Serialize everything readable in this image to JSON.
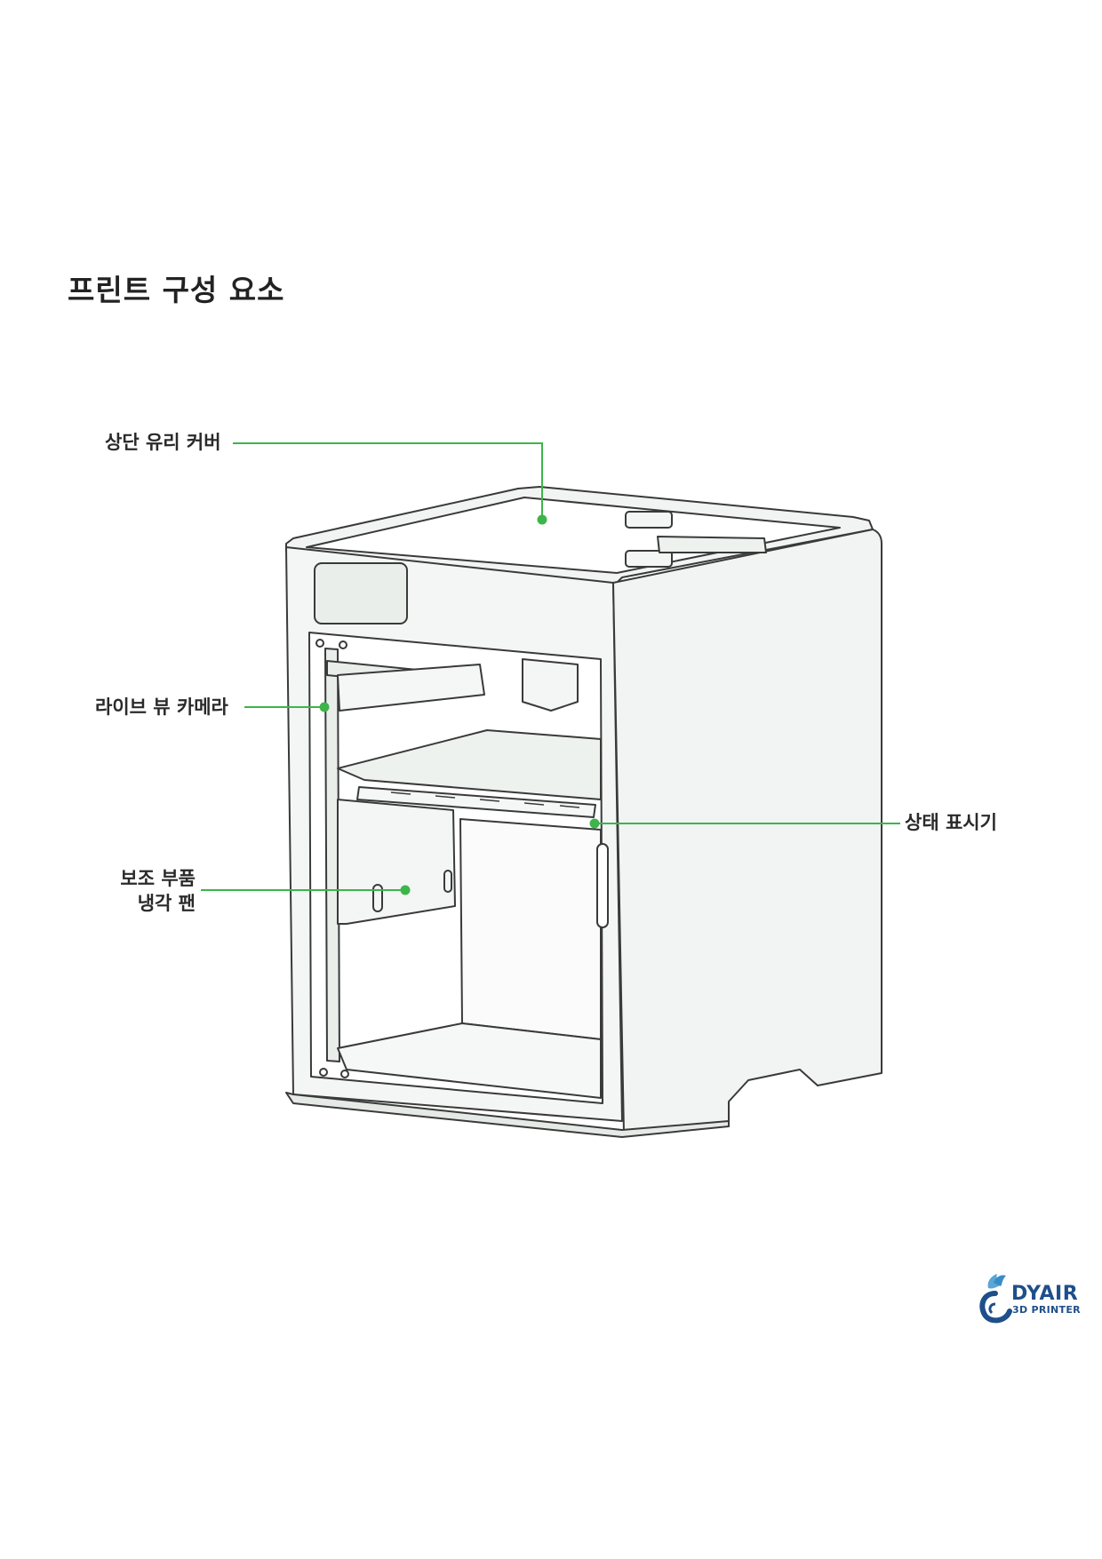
{
  "page": {
    "title": "프린트 구성 요소"
  },
  "callouts": {
    "top_glass_cover": "상단 유리 커버",
    "live_view_camera": "라이브 뷰 카메라",
    "status_indicator": "상태 표시기",
    "aux_fan_line1": "보조 부품",
    "aux_fan_line2": "냉각 팬"
  },
  "colors": {
    "callout_line": "#3cb54a",
    "outline": "#3a3a3a",
    "body_fill": "#f1f4f2",
    "logo": "#1e4f8a"
  },
  "logo": {
    "word": "DYAIR",
    "sub": "3D PRINTER",
    "icon": "bird-swirl-logo-icon"
  }
}
